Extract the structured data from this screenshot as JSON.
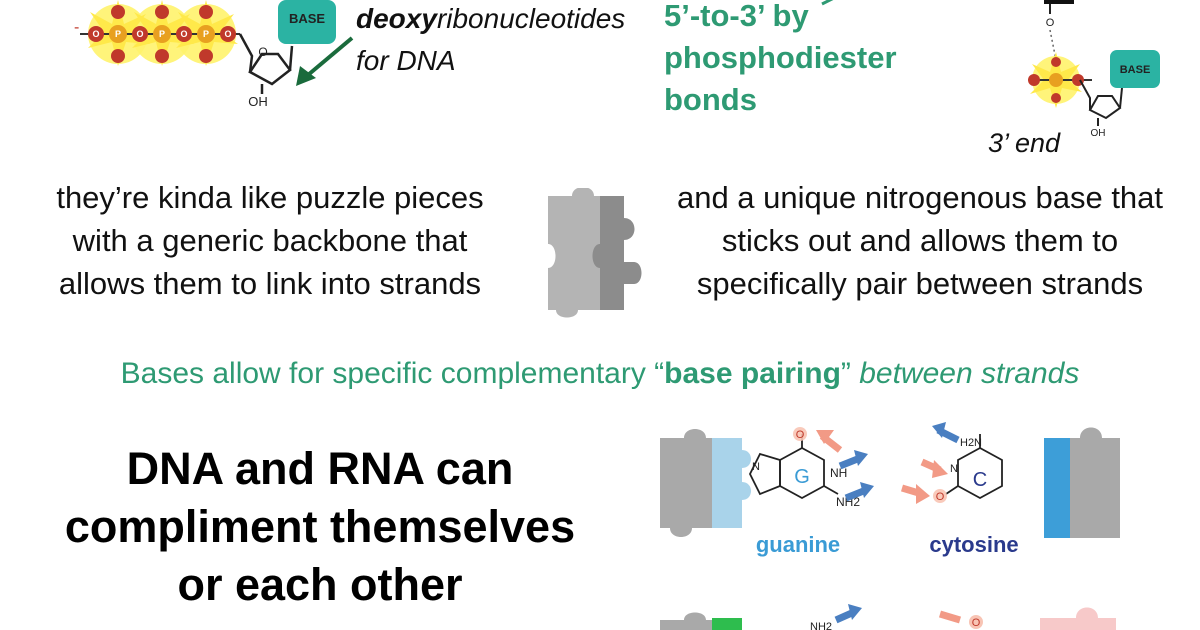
{
  "top": {
    "nucleotide_base_label": "BASE",
    "oh_label": "OH",
    "deoxy_bold": "deoxy",
    "deoxy_rest": "ribonucleotides",
    "for_dna": "for DNA",
    "linkage_line1": "5’-to-3’ by",
    "linkage_line2": "phosphodiester",
    "linkage_line3": "bonds",
    "right_base_label": "BASE",
    "right_oh_label": "OH",
    "three_prime_end": "3’ end",
    "phosphate_letters": "P",
    "oxygen_letters": "O"
  },
  "puzzle": {
    "left_text": [
      "they’re kinda like puzzle pieces",
      "with a generic backbone that",
      "allows them to link into strands"
    ],
    "right_text": [
      "and a unique nitrogenous base that",
      "sticks out and allows them to",
      "specifically pair between strands"
    ]
  },
  "pairing_line": {
    "before": "Bases allow for specific complementary “",
    "bold": "base pairing",
    "after": "” ",
    "italic": "between strands"
  },
  "headline": [
    "DNA and RNA can",
    "compliment themselves",
    "or each other"
  ],
  "pairs": {
    "guanine": "guanine",
    "cytosine": "cytosine",
    "g_letter": "G",
    "c_letter": "C",
    "nh_label": "NH",
    "nh2_label": "NH2",
    "h2n_label": "H2N",
    "n_label": "N",
    "o_label": "O",
    "bottom_nh2_label": "NH2",
    "bottom_o_label": "O"
  },
  "colors": {
    "accent_green": "#2e9a73",
    "guanine_blue": "#3a9bd5",
    "cytosine_navy": "#2a3a8c",
    "arrow_blue": "#4a7fc1",
    "arrow_salmon": "#f29a86",
    "phosphate_red": "#c0392b",
    "phosphate_orange": "#e8a020",
    "base_teal": "#2bb3a3",
    "puzzle_gray": "#a9a9a9",
    "puzzle_light_blue": "#a9d3ea",
    "puzzle_blue": "#3d9ed8",
    "pair_green": "#2ebd4e",
    "pair_pink": "#f7c9c9"
  }
}
